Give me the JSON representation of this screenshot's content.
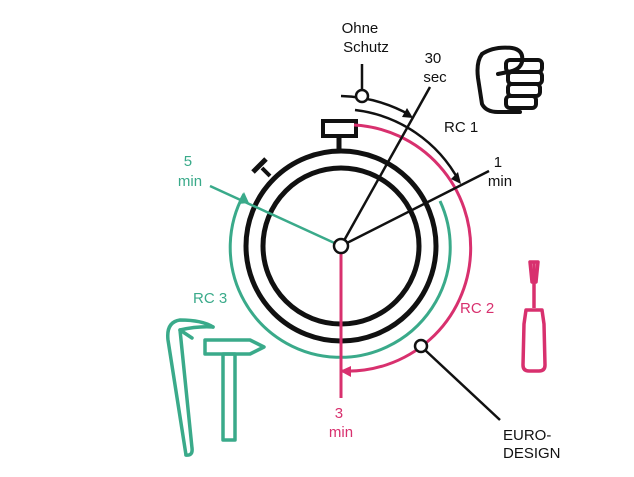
{
  "colors": {
    "black": "#111111",
    "teal": "#3aaa8a",
    "pink": "#d8306e",
    "background": "#ffffff"
  },
  "labels": {
    "ohne_schutz": [
      "Ohne",
      "Schutz"
    ],
    "sec_30": [
      "30",
      "sec"
    ],
    "rc1": "RC 1",
    "min_1": [
      "1",
      "min"
    ],
    "min_5": [
      "5",
      "min"
    ],
    "rc3": "RC 3",
    "rc2": "RC 2",
    "min_3": [
      "3",
      "min"
    ],
    "eurodesign": [
      "EURO-",
      "DESIGN"
    ]
  },
  "icons": {
    "fist": "fist-icon",
    "screwdriver": "screwdriver-icon",
    "crowbar": "crowbar-icon",
    "hammer": "hammer-icon",
    "stopwatch": "stopwatch-icon"
  }
}
